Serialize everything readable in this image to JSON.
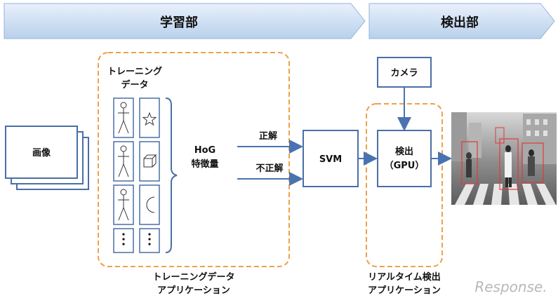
{
  "banners": {
    "learning": "学習部",
    "detection": "検出部"
  },
  "nodes": {
    "image": "画像",
    "training_data_line1": "トレーニング",
    "training_data_line2": "データ",
    "hog_line1": "HoG",
    "hog_line2": "特徴量",
    "svm": "SVM",
    "camera": "カメラ",
    "detect_line1": "検出",
    "detect_line2": "（GPU）"
  },
  "edges": {
    "positive": "正解",
    "negative": "不正解"
  },
  "groups": {
    "training_app_line1": "トレーニングデータ",
    "training_app_line2": "アプリケーション",
    "realtime_app_line1": "リアルタイム検出",
    "realtime_app_line2": "アプリケーション"
  },
  "training_icons": [
    "person-icon",
    "star-icon",
    "person-icon",
    "cube-icon",
    "person-icon",
    "crescent-icon"
  ],
  "watermark": "Response.",
  "colors": {
    "box_stroke": "#4a6fa5",
    "arrow": "#4a72b0",
    "dashed_group": "#f0a04b",
    "banner_fill": "#cfe0f3"
  }
}
